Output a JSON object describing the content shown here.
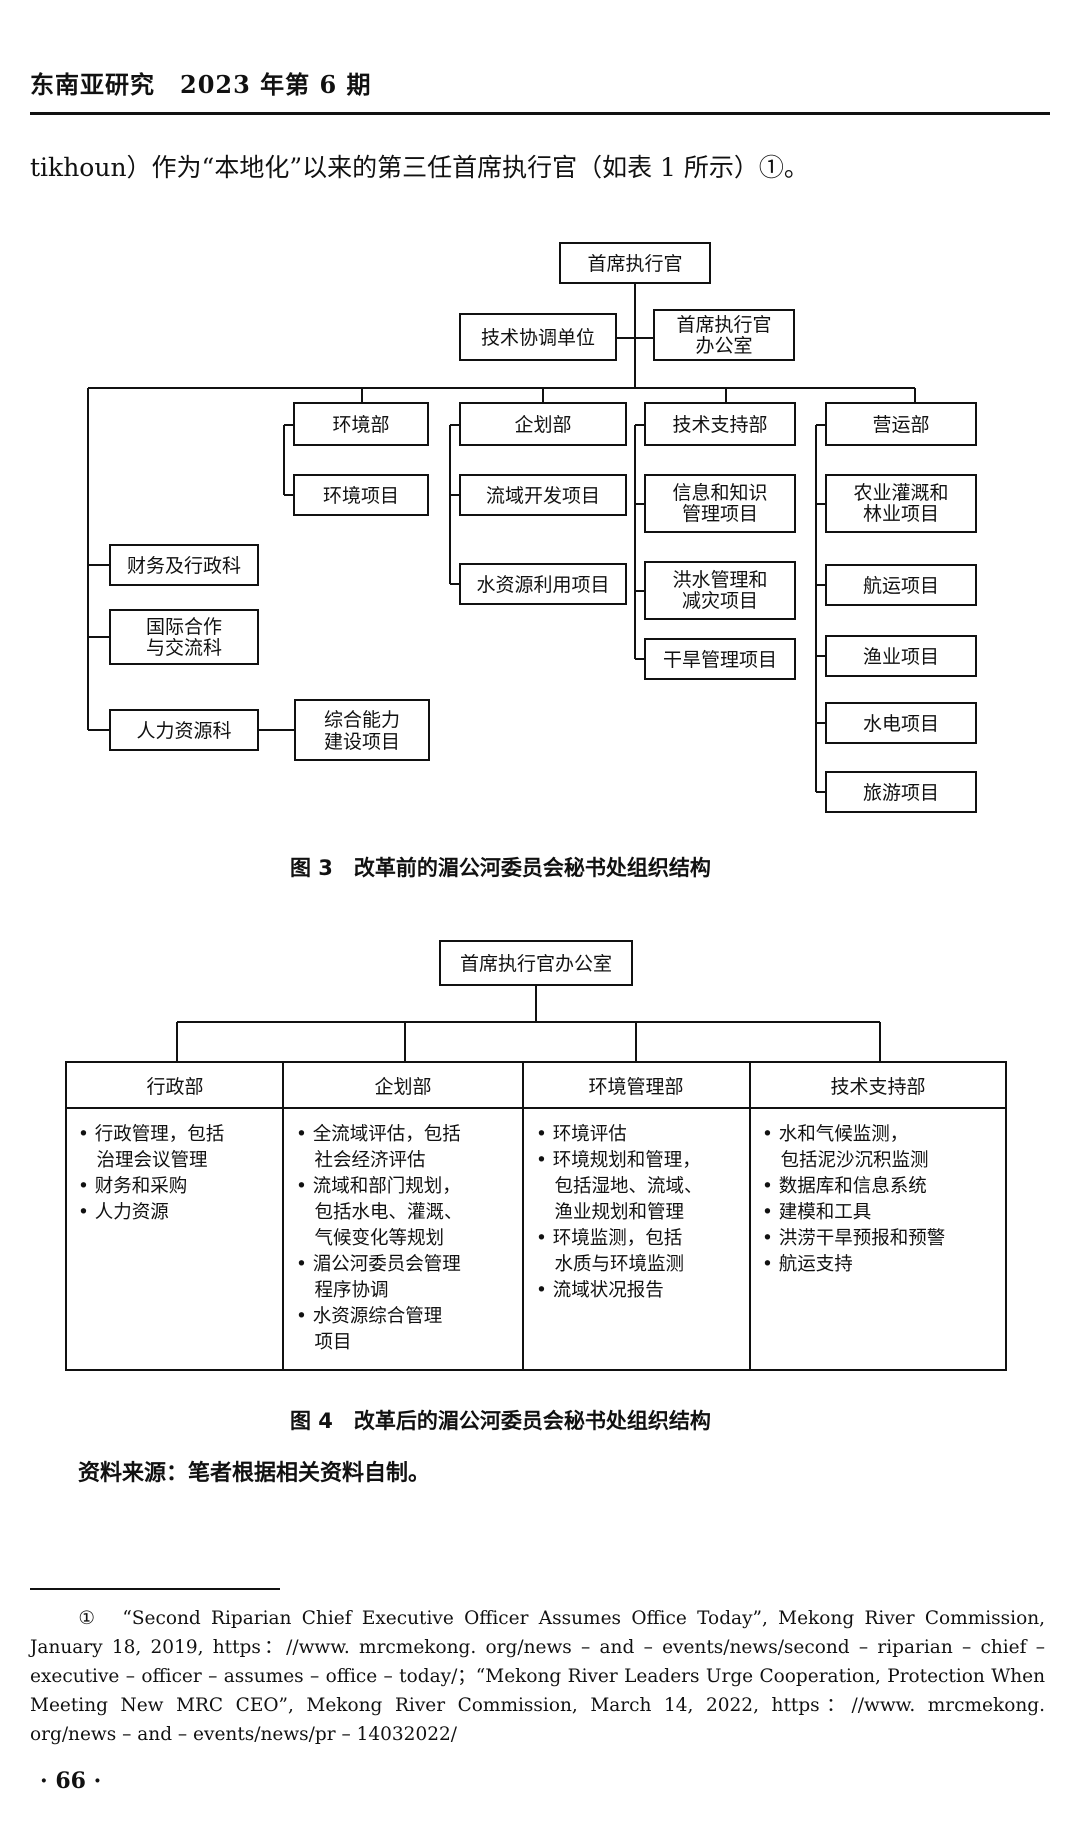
{
  "header": {
    "journal": "东南亚研究",
    "issue": "2023 年第 6 期"
  },
  "intro_text": "tikhoun）作为“本地化”以来的第三任首席执行官（如表 1 所示）①。",
  "figure3": {
    "caption": "图 3　改革前的湄公河委员会秘书处组织结构",
    "ceo": "首席执行官",
    "tech_coord": "技术协调单位",
    "ceo_office": [
      "首席执行官",
      "办公室"
    ],
    "dept_env": "环境部",
    "env_project": "环境项目",
    "dept_plan": "企划部",
    "plan_projects": [
      "流域开发项目",
      "水资源利用项目"
    ],
    "dept_tech": "技术支持部",
    "tech_projects": [
      [
        "信息和知识",
        "管理项目"
      ],
      [
        "洪水管理和",
        "减灾项目"
      ],
      [
        "干旱管理项目"
      ]
    ],
    "dept_ops": "营运部",
    "ops_projects": [
      [
        "农业灌溉和",
        "林业项目"
      ],
      [
        "航运项目"
      ],
      [
        "渔业项目"
      ],
      [
        "水电项目"
      ],
      [
        "旅游项目"
      ]
    ],
    "left_units": [
      [
        "财务及行政科"
      ],
      [
        "国际合作",
        "与交流科"
      ],
      [
        "人力资源科"
      ]
    ],
    "capacity_project": [
      "综合能力",
      "建设项目"
    ]
  },
  "figure4": {
    "caption": "图 4　改革后的湄公河委员会秘书处组织结构",
    "top": "首席执行官办公室",
    "columns": [
      {
        "title": "行政部",
        "lines": [
          "• 行政管理，包括",
          "　治理会议管理",
          "• 财务和采购",
          "• 人力资源"
        ]
      },
      {
        "title": "企划部",
        "lines": [
          "• 全流域评估，包括",
          "　社会经济评估",
          "• 流域和部门规划，",
          "　包括水电、灌溉、",
          "　气候变化等规划",
          "• 湄公河委员会管理",
          "　程序协调",
          "• 水资源综合管理",
          "　项目"
        ]
      },
      {
        "title": "环境管理部",
        "lines": [
          "• 环境评估",
          "• 环境规划和管理，",
          "　包括湿地、流域、",
          "　渔业规划和管理",
          "• 环境监测，包括",
          "　水质与环境监测",
          "• 流域状况报告"
        ]
      },
      {
        "title": "技术支持部",
        "lines": [
          "• 水和气候监测，",
          "　包括泥沙沉积监测",
          "• 数据库和信息系统",
          "• 建模和工具",
          "• 洪涝干旱预报和预警",
          "• 航运支持"
        ]
      }
    ]
  },
  "source_note": "资料来源：笔者根据相关资料自制。",
  "footnote": {
    "marker": "①",
    "text": "“Second Riparian Chief Executive Officer Assumes Office Today”, Mekong River Commission, January 18, 2019, https：//www. mrcmekong. org/news – and – events/news/second – riparian – chief – executive – officer – assumes – office – today/；“Mekong River Leaders Urge Cooperation, Protection When Meeting New MRC CEO”, Mekong River Commission, March 14, 2022, https：//www. mrcmekong. org/news – and – events/news/pr – 14032022/"
  },
  "page_number": "· 66 ·"
}
